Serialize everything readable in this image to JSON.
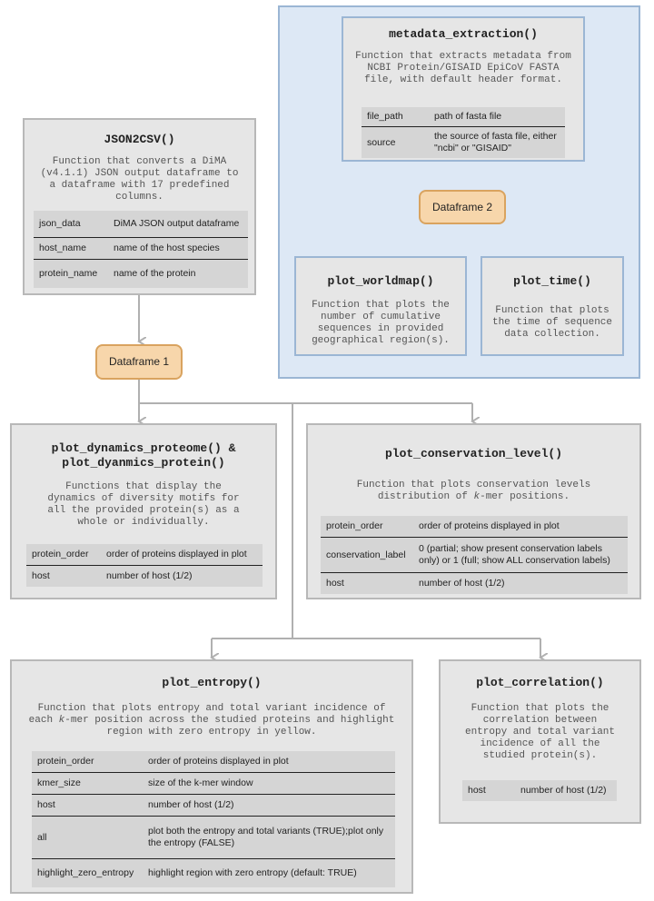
{
  "json2csv": {
    "title": "JSON2CSV()",
    "desc": "Function that converts a DiMA\n(v4.1.1) JSON output dataframe to\na dataframe with 17 predefined\ncolumns.",
    "params": [
      {
        "name": "json_data",
        "desc": "DiMA JSON output dataframe"
      },
      {
        "name": "host_name",
        "desc": "name of the host species"
      },
      {
        "name": "protein_name",
        "desc": "name of the protein"
      }
    ]
  },
  "dataframe1": {
    "label": "Dataframe 1"
  },
  "metadata": {
    "title": "metadata_extraction()",
    "desc": "Function that extracts metadata from\nNCBI Protein/GISAID EpiCoV FASTA\nfile, with default header format.",
    "params": [
      {
        "name": "file_path",
        "desc": "path of fasta file"
      },
      {
        "name": "source",
        "desc": "the source of fasta file, either\n\"ncbi\" or \"GISAID\""
      }
    ]
  },
  "dataframe2": {
    "label": "Dataframe 2"
  },
  "worldmap": {
    "title": "plot_worldmap()",
    "desc": "Function that plots the\nnumber of cumulative\nsequences in provided\ngeographical region(s)."
  },
  "time": {
    "title": "plot_time()",
    "desc": "Function that plots\nthe time of sequence\ndata collection."
  },
  "dynamics": {
    "title": "plot_dynamics_proteome() &\nplot_dyanmics_protein()",
    "desc": "Functions that display the\ndynamics of diversity motifs for\nall the provided protein(s) as a\nwhole or individually.",
    "params": [
      {
        "name": "protein_order",
        "desc": "order of proteins displayed in plot"
      },
      {
        "name": "host",
        "desc": "number of host (1/2)"
      }
    ]
  },
  "conservation": {
    "title": "plot_conservation_level()",
    "desc_before": "Function that plots conservation levels\ndistribution of ",
    "desc_k": "k",
    "desc_after": "-mer positions.",
    "params": [
      {
        "name": "protein_order",
        "desc": "order of proteins displayed in plot"
      },
      {
        "name": "conservation_label",
        "desc": "0 (partial; show present conservation labels\nonly) or 1 (full; show ALL conservation labels)"
      },
      {
        "name": "host",
        "desc": "number of host (1/2)"
      }
    ]
  },
  "entropy": {
    "title": "plot_entropy()",
    "desc_before": "Function that plots entropy and total variant incidence of\neach ",
    "desc_k": "k",
    "desc_after": "-mer position across the studied proteins and highlight\nregion with zero entropy in yellow.",
    "params": [
      {
        "name": "protein_order",
        "desc": "order of proteins displayed in plot"
      },
      {
        "name": "kmer_size",
        "desc": "size of the k-mer window"
      },
      {
        "name": "host",
        "desc": "number of host (1/2)"
      },
      {
        "name": "all",
        "desc": "plot both the entropy and total variants (TRUE);plot only\nthe entropy (FALSE)"
      },
      {
        "name": "highlight_zero_entropy",
        "desc": "highlight region with zero entropy (default: TRUE)"
      }
    ]
  },
  "correlation": {
    "title": "plot_correlation()",
    "desc": "Function that plots the\ncorrelation between\nentropy and total variant\nincidence of all the\nstudied protein(s).",
    "params": [
      {
        "name": "host",
        "desc": "number of host (1/2)"
      }
    ]
  }
}
